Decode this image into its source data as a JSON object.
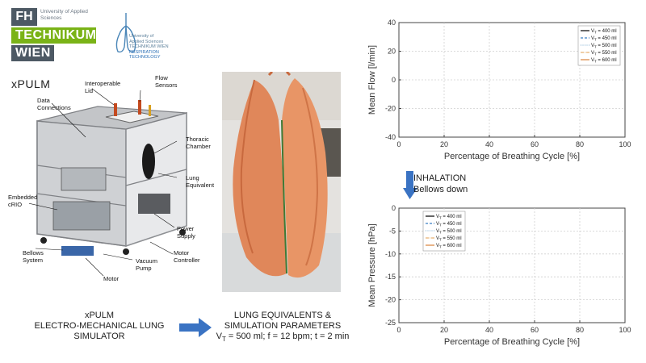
{
  "logos": {
    "fh": "FH",
    "fh_small": "University of Applied Sciences",
    "technikum": "TECHNIKUM",
    "wien": "WIEN",
    "resp_line1": "University of",
    "resp_line2": "Applied Sciences",
    "resp_line3": "TECHNIKUM WIEN",
    "resp_line4": "RESPIRATION",
    "resp_line5": "TECHNOLOGY",
    "xpulm": "xPULM"
  },
  "device_labels": {
    "interoperable": "Interoperable\nLid",
    "flow_sensors": "Flow\nSensors",
    "data_connections": "Data\nConnections",
    "thoracic": "Thoracic\nChamber",
    "lung_equivalent": "Lung\nEquivalent",
    "embedded": "Embedded\ncRIO",
    "power_supply": "Power\nSupply",
    "bellows": "Bellows\nSystem",
    "motor_controller": "Motor\nController",
    "vacuum_pump": "Vacuum\nPump",
    "motor": "Motor"
  },
  "captions": {
    "left_line1": "xPULM",
    "left_line2": "ELECTRO-MECHANICAL LUNG",
    "left_line3": "SIMULATOR",
    "mid_line1": "LUNG EQUIVALENTS &",
    "mid_line2": "SIMULATION PARAMETERS",
    "mid_line3": "V",
    "mid_line3_sub": "T",
    "mid_line3_rest": " = 500 ml; f = 12 bpm; t = 2 min"
  },
  "inhalation": {
    "title": "INHALATION",
    "subtitle": "Bellows down"
  },
  "colors": {
    "fh_grey": "#4d5964",
    "fh_green": "#7ab317",
    "arrow_blue": "#3a73c3"
  },
  "chart_data": [
    {
      "type": "line",
      "title": "",
      "xlabel": "Percentage of Breathing Cycle [%]",
      "ylabel": "Mean Flow [l/min]",
      "xlim": [
        0,
        100
      ],
      "ylim": [
        -40,
        40
      ],
      "xticks": [
        0,
        20,
        40,
        60,
        80,
        100
      ],
      "yticks": [
        40,
        20,
        0,
        -20,
        -40
      ],
      "grid": true,
      "legend_position": "top-right",
      "series": [
        {
          "name": "V_T = 400 ml",
          "label_pre": "V",
          "label_sub": "T",
          "label_post": " = 400 ml",
          "color": "#000000",
          "dash": "",
          "values": []
        },
        {
          "name": "V_T = 450 ml",
          "label_pre": "V",
          "label_sub": "T",
          "label_post": " = 450 ml",
          "color": "#3b7fc4",
          "dash": "3,2",
          "values": []
        },
        {
          "name": "V_T = 500 ml",
          "label_pre": "V",
          "label_sub": "T",
          "label_post": " = 500 ml",
          "color": "#8fb8d8",
          "dash": "1,1.5",
          "values": []
        },
        {
          "name": "V_T = 550 ml",
          "label_pre": "V",
          "label_sub": "T",
          "label_post": " = 550 ml",
          "color": "#e8b070",
          "dash": "4,1,1,1",
          "values": []
        },
        {
          "name": "V_T = 600 ml",
          "label_pre": "V",
          "label_sub": "T",
          "label_post": " = 600 ml",
          "color": "#d9823a",
          "dash": "",
          "values": []
        }
      ]
    },
    {
      "type": "line",
      "title": "",
      "xlabel": "Percentage of Breathing Cycle [%]",
      "ylabel": "Mean Pressure [hPa]",
      "xlim": [
        0,
        100
      ],
      "ylim": [
        -25,
        0
      ],
      "xticks": [
        0,
        20,
        40,
        60,
        80,
        100
      ],
      "yticks": [
        0,
        -5,
        -10,
        -15,
        -20,
        -25
      ],
      "grid": true,
      "legend_position": "top-left",
      "series": [
        {
          "name": "V_T = 400 ml",
          "label_pre": "V",
          "label_sub": "T",
          "label_post": " = 400 ml",
          "color": "#000000",
          "dash": "",
          "values": []
        },
        {
          "name": "V_T = 450 ml",
          "label_pre": "V",
          "label_sub": "T",
          "label_post": " = 450 ml",
          "color": "#3b7fc4",
          "dash": "3,2",
          "values": []
        },
        {
          "name": "V_T = 500 ml",
          "label_pre": "V",
          "label_sub": "T",
          "label_post": " = 500 ml",
          "color": "#8fb8d8",
          "dash": "1,1.5",
          "values": []
        },
        {
          "name": "V_T = 550 ml",
          "label_pre": "V",
          "label_sub": "T",
          "label_post": " = 550 ml",
          "color": "#e8b070",
          "dash": "4,1,1,1",
          "values": []
        },
        {
          "name": "V_T = 600 ml",
          "label_pre": "V",
          "label_sub": "T",
          "label_post": " = 600 ml",
          "color": "#d9823a",
          "dash": "",
          "values": []
        }
      ]
    }
  ]
}
